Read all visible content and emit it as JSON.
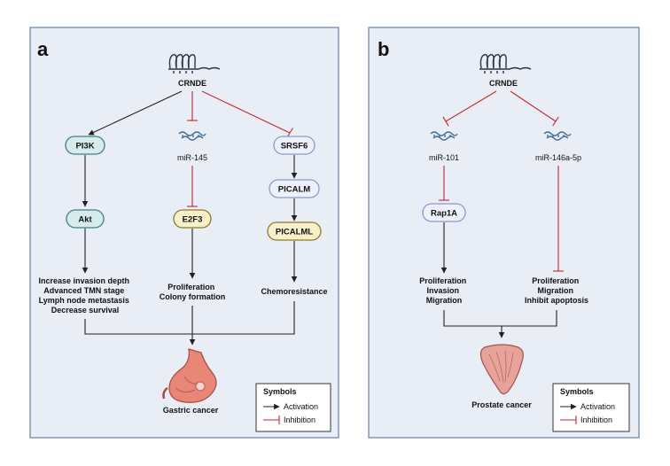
{
  "panel_a": {
    "letter": "a",
    "source": "CRNDE",
    "branches": {
      "left": {
        "nodes": [
          "PI3K",
          "Akt"
        ],
        "outcome": [
          "Increase invasion depth",
          "Advanced TMN stage",
          "Lymph node metastasis",
          "Decrease survival"
        ]
      },
      "middle": {
        "mirna": "miR-145",
        "nodes": [
          "E2F3"
        ],
        "outcome": [
          "Proliferation",
          "Colony formation"
        ]
      },
      "right": {
        "nodes": [
          "SRSF6",
          "PICALM",
          "PICALML"
        ],
        "outcome": [
          "Chemoresistance"
        ]
      }
    },
    "target": "Gastric cancer"
  },
  "panel_b": {
    "letter": "b",
    "source": "CRNDE",
    "branches": {
      "left": {
        "mirna": "miR-101",
        "nodes": [
          "Rap1A"
        ],
        "outcome": [
          "Proliferation",
          "Invasion",
          "Migration"
        ]
      },
      "right": {
        "mirna": "miR-146a-5p",
        "outcome": [
          "Proliferation",
          "Migration",
          "Inhibit apoptosis"
        ]
      }
    },
    "target": "Prostate cancer"
  },
  "legend": {
    "title": "Symbols",
    "activation": "Activation",
    "inhibition": "Inhibition"
  },
  "colors": {
    "panel_bg": "#e9edf6",
    "panel_border": "#7d8fb0",
    "activation": "#222222",
    "inhibition": "#c0272d",
    "teal_node": "#d6ecec",
    "teal_border": "#3f7f82",
    "yellow_node": "#f7f0c8",
    "yellow_border": "#8a7a30",
    "blue_node": "#eef1fb",
    "blue_border": "#8a9ac8"
  }
}
